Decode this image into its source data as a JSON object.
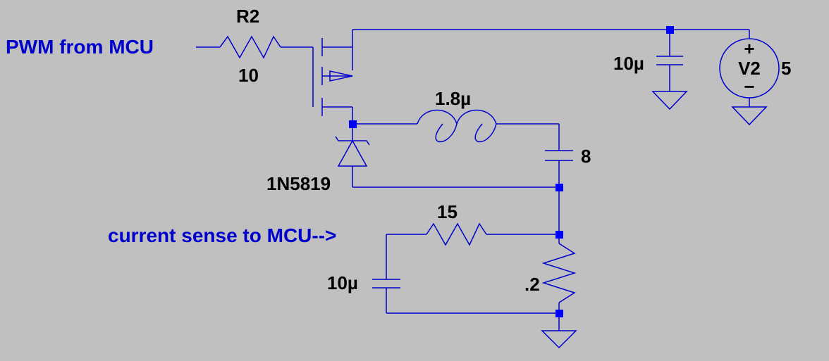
{
  "net_labels": {
    "pwm_input": "PWM from MCU",
    "current_sense": "current sense to MCU-->"
  },
  "components": {
    "r_gate": {
      "name": "R2",
      "value": "10"
    },
    "c_supply": {
      "value": "10µ"
    },
    "v_source": {
      "name": "V2",
      "value": "5",
      "plus": "+",
      "minus": "−"
    },
    "inductor": {
      "value": "1.8µ"
    },
    "c_series": {
      "value": "8"
    },
    "diode": {
      "part": "1N5819"
    },
    "r_filter": {
      "value": "15"
    },
    "c_filter": {
      "value": "10µ"
    },
    "r_sense": {
      "value": ".2"
    }
  },
  "colors": {
    "background": "#c0c0c0",
    "wire": "#0000cc",
    "junction": "#0000ff",
    "label": "#000000",
    "net_label": "#0000cc"
  }
}
